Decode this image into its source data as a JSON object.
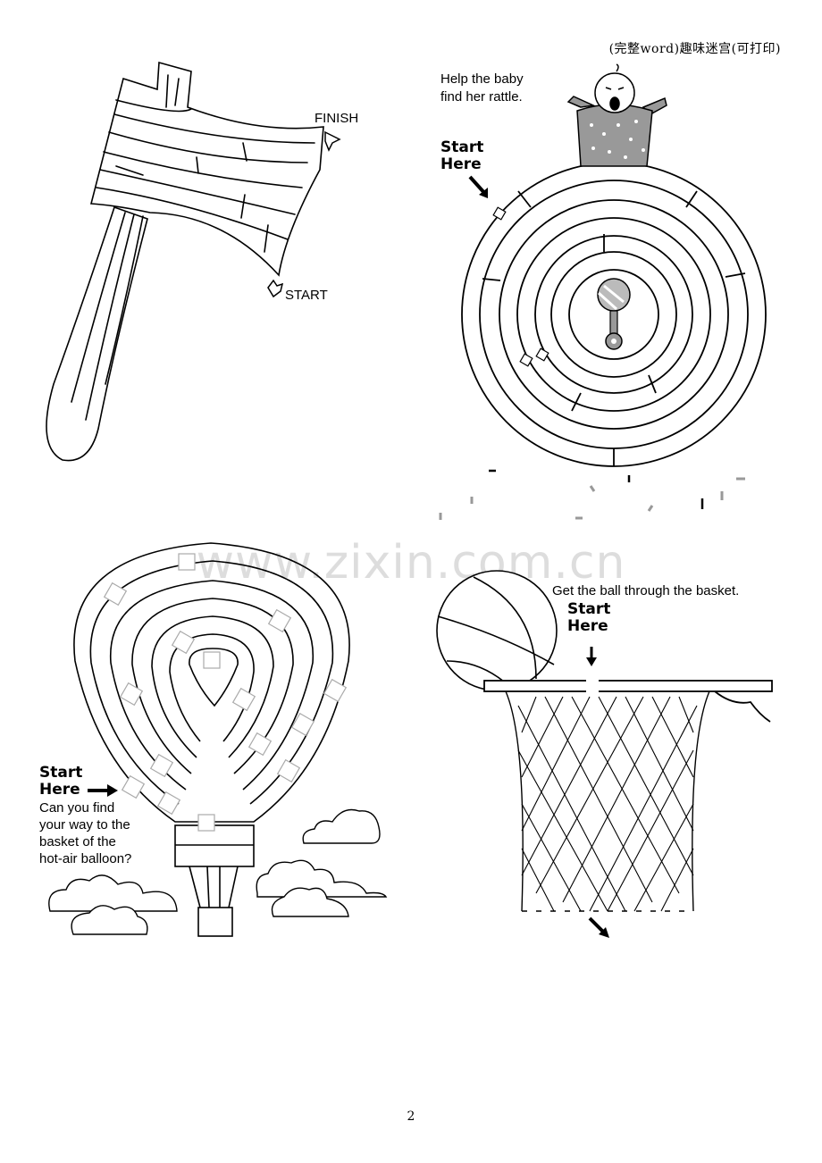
{
  "header": {
    "title": "(完整word)趣味迷宫(可打印)"
  },
  "watermark": "www.zixin.com.cn",
  "page_number": "2",
  "mazes": {
    "hammer": {
      "finish_label": "FINISH",
      "start_label": "START"
    },
    "rattle": {
      "instruction_line1": "Help the baby",
      "instruction_line2": "find her rattle.",
      "start_line1": "Start",
      "start_line2": "Here"
    },
    "balloon": {
      "start_line1": "Start",
      "start_line2": "Here",
      "question_lines": [
        "Can you find",
        "your way to the",
        "basket of the",
        "hot-air balloon?"
      ]
    },
    "basketball": {
      "instruction": "Get the ball through the basket.",
      "start_line1": "Start",
      "start_line2": "Here"
    }
  }
}
